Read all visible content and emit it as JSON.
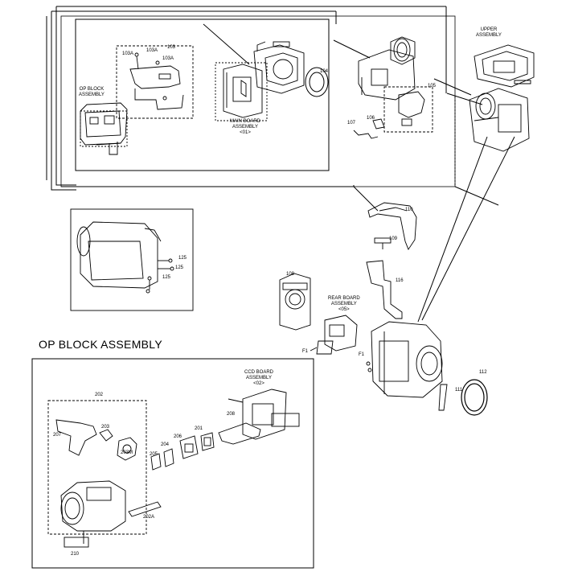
{
  "section_title": "OP BLOCK ASSEMBLY",
  "assemblies": {
    "op_block": [
      "OP BLOCK",
      "ASSEMBLY"
    ],
    "main_board": [
      "MAIN BOARD",
      "ASSEMBLY",
      "<01>"
    ],
    "upper": [
      "UPPER",
      "ASSEMBLY"
    ],
    "rear_board": [
      "REAR BOARD",
      "ASSEMBLY",
      "<05>"
    ],
    "ccd_board": [
      "CCD BOARD",
      "ASSEMBLY",
      "<02>"
    ]
  },
  "part_numbers": {
    "p103": "103",
    "p103a": "103A",
    "p103a_b": "103A",
    "p103a_c": "103A",
    "p104": "104",
    "p105": "105",
    "p106": "106",
    "p107": "107",
    "p108": "108",
    "p109": "109",
    "p110": "110",
    "p111": "111",
    "p112": "112",
    "p116": "116",
    "p125a": "125",
    "p125b": "125",
    "p125c": "125",
    "p201": "201",
    "p202": "202",
    "p202a": "202A",
    "p203": "203",
    "p203m": "203M",
    "p204": "204",
    "p205": "205",
    "p206": "206",
    "p207": "207",
    "p208": "208",
    "p210": "210",
    "f1a": "F1",
    "f1b": "F1"
  },
  "colors": {
    "line": "#000000",
    "background": "#ffffff"
  }
}
